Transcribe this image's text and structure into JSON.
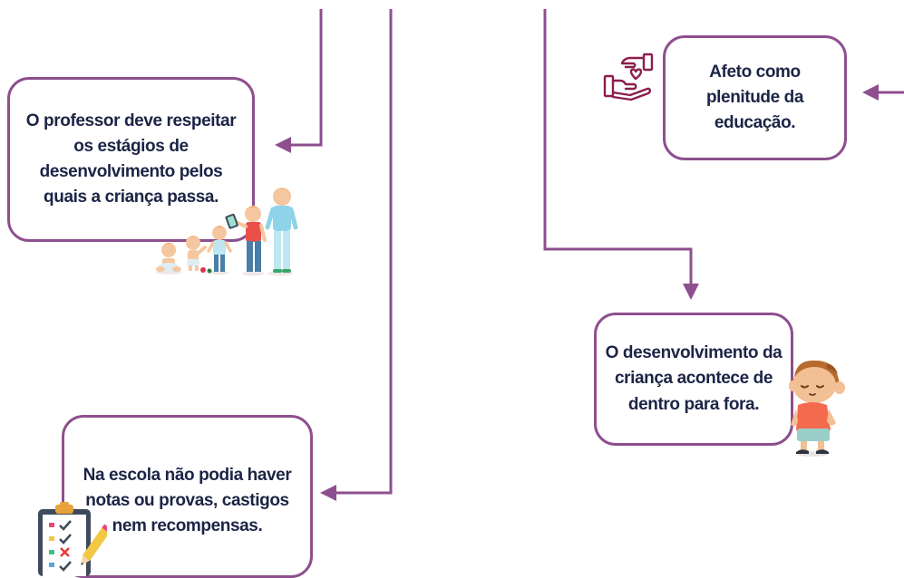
{
  "colors": {
    "connector": "#8e4f8e",
    "box_border": "#8e4f8e",
    "text": "#1c2446",
    "icon_hands": "#8b1e4e"
  },
  "nodes": {
    "professor": {
      "text": "O professor deve respeitar os estágios de desenvolvimento pelos quais a criança passa."
    },
    "escola": {
      "text": "Na escola não podia haver notas ou provas, castigos nem recompensas."
    },
    "afeto": {
      "text": "Afeto como plenitude da educação."
    },
    "desenvolvimento": {
      "text": "O desenvolvimento da criança acontece de dentro para fora."
    }
  },
  "icons": {
    "hands_heart": "hands-heart-icon",
    "children_growth": "child-growth-stages-illustration",
    "checklist": "clipboard-checklist-icon",
    "child": "smiling-child-illustration"
  }
}
